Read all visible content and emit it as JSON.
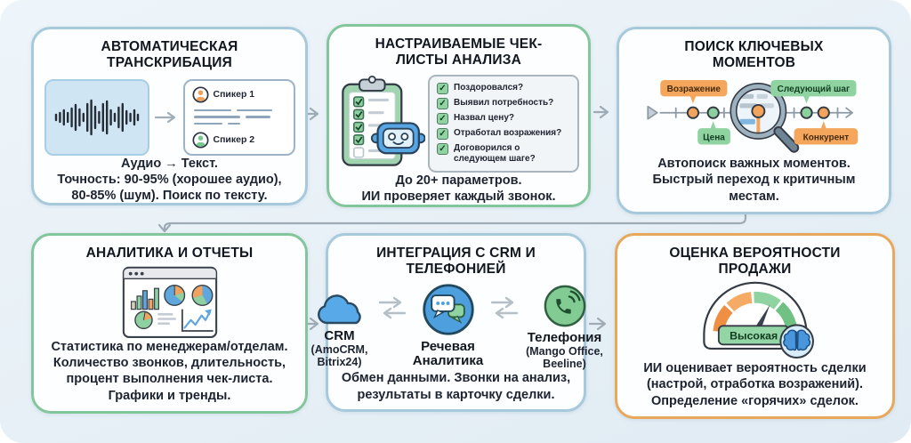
{
  "glyphs": {
    "check": "✓"
  },
  "colors": {
    "background": "#e9f1f7",
    "card_border_blue": "#a6c9db",
    "card_border_green": "#84c69b",
    "card_border_orange": "#e8a85c",
    "badge_orange": "#f3a65c",
    "badge_green": "#8fd3a1",
    "connector_gray": "#9fabb4"
  },
  "cards": [
    {
      "title": "АВТОМАТИЧЕСКАЯ ТРАНСКРИБАЦИЯ",
      "speakers": [
        "Спикер 1",
        "Спикер 2"
      ],
      "description_lines": [
        "Аудио → Текст.",
        "Точность: 90-95% (хорошее аудио),",
        "80-85% (шум). Поиск по тексту."
      ]
    },
    {
      "title": "НАСТРАИВАЕМЫЕ ЧЕК-ЛИСТЫ АНАЛИЗА",
      "checklist": [
        "Поздоровался?",
        "Выявил потребность?",
        "Назвал цену?",
        "Отработал возражения?",
        "Договорился о следующем шаге?"
      ],
      "description_lines": [
        "До 20+ параметров.",
        "ИИ проверяет каждый звонок."
      ]
    },
    {
      "title": "ПОИСК КЛЮЧЕВЫХ МОМЕНТОВ",
      "timeline_badges": [
        "Возражение",
        "Цена",
        "Следующий шаг",
        "Конкурент"
      ],
      "description_lines": [
        "Автопоиск важных моментов.",
        "Быстрый переход к критичным",
        "местам."
      ]
    },
    {
      "title": "АНАЛИТИКА И ОТЧЕТЫ",
      "description_lines": [
        "Статистика по менеджерам/отделам.",
        "Количество звонков, длительность,",
        "процент выполнения чек-листа.",
        "Графики и тренды."
      ]
    },
    {
      "title": "ИНТЕГРАЦИЯ С CRM И ТЕЛЕФОНИЕЙ",
      "integrations": [
        {
          "name": "CRM",
          "detail": "(AmoCRM, Bitrix24)"
        },
        {
          "name": "Речевая Аналитика",
          "detail": ""
        },
        {
          "name": "Телефония",
          "detail": "(Mango Office, Beeline)"
        }
      ],
      "description_lines": [
        "Обмен данными. Звонки на анализ,",
        "результаты в карточку сделки."
      ]
    },
    {
      "title": "ОЦЕНКА ВЕРОЯТНОСТИ ПРОДАЖИ",
      "gauge_label": "Высокая",
      "description_lines": [
        "ИИ оценивает вероятность сделки",
        "(настрой, отработка возражений).",
        "Определение «горячих» сделок."
      ]
    }
  ]
}
